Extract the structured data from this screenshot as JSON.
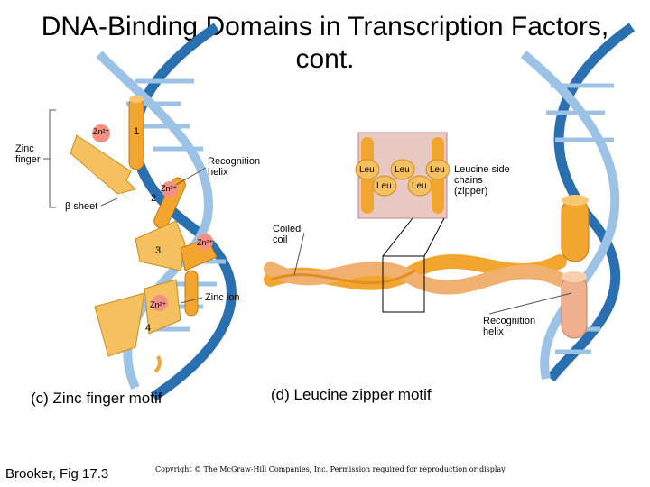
{
  "title": {
    "line1": "DNA-Binding Domains in Transcription Factors,",
    "line2": "cont."
  },
  "zinc_finger_panel": {
    "zinc_finger_label": "Zinc finger",
    "recognition_helix_label": "Recognition helix",
    "beta_sheet_label": "β sheet",
    "zinc_ion_label": "Zinc ion",
    "zn_labels": [
      "Zn²⁺",
      "Zn²⁺",
      "Zn²⁺",
      "Zn²⁺"
    ],
    "finger_numbers": [
      "1",
      "2",
      "3",
      "4"
    ],
    "caption": "(c) Zinc finger motif"
  },
  "leucine_zipper_panel": {
    "leu_labels": [
      "Leu",
      "Leu",
      "Leu",
      "Leu",
      "Leu"
    ],
    "side_chains_label": "Leucine side chains (zipper)",
    "coiled_coil_label": "Coiled coil",
    "recognition_helix_label": "Recognition helix",
    "caption": "(d) Leucine zipper motif"
  },
  "footer": {
    "citation": "Brooker, Fig 17.3",
    "copyright": "Copyright © The McGraw-Hill Companies, Inc. Permission required for reproduction or display"
  },
  "colors": {
    "dna_blue": "#2a6fb0",
    "dna_light": "#9cc3e6",
    "helix_orange": "#f2a630",
    "sheet_orange": "#f5c060",
    "zn_pink": "#f48f84",
    "zipper_box": "#e8c8c0"
  }
}
